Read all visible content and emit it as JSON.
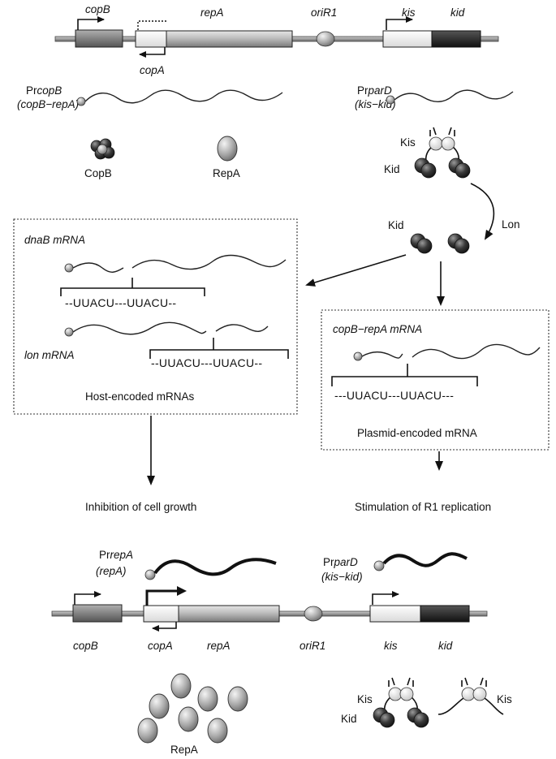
{
  "top_operon": {
    "labels": {
      "copB": "copB",
      "repA": "repA",
      "oriR1": "oriR1",
      "kis": "kis",
      "kid": "kid",
      "copA": "copA"
    },
    "promoter_copB_prefix": "Pr",
    "promoter_copB_gene": "copB",
    "promoter_copB_sub": "(copB−repA)",
    "promoter_parD_prefix": "Pr",
    "promoter_parD_gene": "parD",
    "promoter_parD_sub": "(kis−kid)"
  },
  "proteins": {
    "copB": "CopB",
    "repA": "RepA",
    "kis": "Kis",
    "kid": "Kid",
    "lon": "Lon",
    "kid_free": "Kid"
  },
  "host_box": {
    "dnab_mrna": "dnaB mRNA",
    "lon_mrna": "lon mRNA",
    "seq1": "--UUACU---UUACU--",
    "seq2": "--UUACU---UUACU--",
    "caption": "Host-encoded mRNAs"
  },
  "plasmid_box": {
    "copb_repa_mrna": "copB−repA mRNA",
    "seq": "---UUACU---UUACU---",
    "caption": "Plasmid-encoded mRNA"
  },
  "outcomes": {
    "inhibition": "Inhibition of cell growth",
    "stimulation": "Stimulation of R1 replication"
  },
  "bottom_operon": {
    "promoter_repA_prefix": "Pr",
    "promoter_repA_gene": "repA",
    "promoter_repA_sub": "(repA)",
    "promoter_parD_prefix": "Pr",
    "promoter_parD_gene": "parD",
    "promoter_parD_sub": "(kis−kid)",
    "labels": {
      "copB": "copB",
      "copA": "copA",
      "repA": "repA",
      "oriR1": "oriR1",
      "kis": "kis",
      "kid": "kid"
    },
    "repA_protein": "RepA",
    "kis_left": "Kis",
    "kid_left": "Kid",
    "kis_right": "Kis"
  }
}
